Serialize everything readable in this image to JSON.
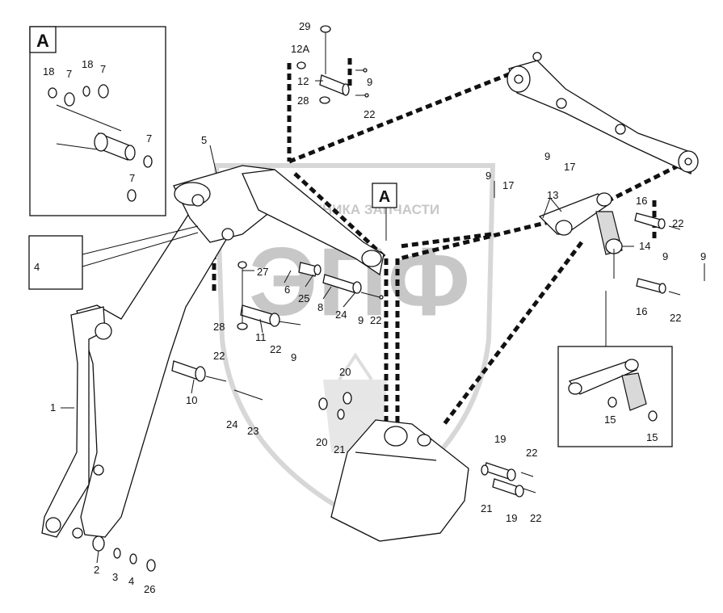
{
  "watermark": {
    "text": "ТЕХНИКА ЗАПЧАСТИ",
    "logo": "ЭПФ"
  },
  "detail": {
    "label": "A",
    "callout_label": "A"
  },
  "callouts": [
    {
      "id": "c29",
      "text": "29"
    },
    {
      "id": "c12a",
      "text": "12A"
    },
    {
      "id": "c12",
      "text": "12"
    },
    {
      "id": "c9a",
      "text": "9"
    },
    {
      "id": "c28a",
      "text": "28"
    },
    {
      "id": "c22a",
      "text": "22"
    },
    {
      "id": "c5",
      "text": "5"
    },
    {
      "id": "c9b",
      "text": "9"
    },
    {
      "id": "c17a",
      "text": "17"
    },
    {
      "id": "c9c",
      "text": "9"
    },
    {
      "id": "c17b",
      "text": "17"
    },
    {
      "id": "c13",
      "text": "13"
    },
    {
      "id": "c16a",
      "text": "16"
    },
    {
      "id": "c22b",
      "text": "22"
    },
    {
      "id": "c14",
      "text": "14"
    },
    {
      "id": "c9d",
      "text": "9"
    },
    {
      "id": "c9e",
      "text": "9"
    },
    {
      "id": "c16b",
      "text": "16"
    },
    {
      "id": "c22c",
      "text": "22"
    },
    {
      "id": "c4a",
      "text": "4"
    },
    {
      "id": "c27",
      "text": "27"
    },
    {
      "id": "c6",
      "text": "6"
    },
    {
      "id": "c25",
      "text": "25"
    },
    {
      "id": "c8",
      "text": "8"
    },
    {
      "id": "c24a",
      "text": "24"
    },
    {
      "id": "c9f",
      "text": "9"
    },
    {
      "id": "c22d",
      "text": "22"
    },
    {
      "id": "c28b",
      "text": "28"
    },
    {
      "id": "c11",
      "text": "11"
    },
    {
      "id": "c22e",
      "text": "22"
    },
    {
      "id": "c9g",
      "text": "9"
    },
    {
      "id": "c22f",
      "text": "22"
    },
    {
      "id": "c10",
      "text": "10"
    },
    {
      "id": "c24b",
      "text": "24"
    },
    {
      "id": "c23",
      "text": "23"
    },
    {
      "id": "c1",
      "text": "1"
    },
    {
      "id": "c20a",
      "text": "20"
    },
    {
      "id": "c20b",
      "text": "20"
    },
    {
      "id": "c21a",
      "text": "21"
    },
    {
      "id": "c19a",
      "text": "19"
    },
    {
      "id": "c22g",
      "text": "22"
    },
    {
      "id": "c21b",
      "text": "21"
    },
    {
      "id": "c19b",
      "text": "19"
    },
    {
      "id": "c22h",
      "text": "22"
    },
    {
      "id": "c15a",
      "text": "15"
    },
    {
      "id": "c15b",
      "text": "15"
    },
    {
      "id": "c2",
      "text": "2"
    },
    {
      "id": "c3",
      "text": "3"
    },
    {
      "id": "c4b",
      "text": "4"
    },
    {
      "id": "c26",
      "text": "26"
    },
    {
      "id": "d18a",
      "text": "18"
    },
    {
      "id": "d7a",
      "text": "7"
    },
    {
      "id": "d18b",
      "text": "18"
    },
    {
      "id": "d7b",
      "text": "7"
    },
    {
      "id": "d7c",
      "text": "7"
    },
    {
      "id": "d7d",
      "text": "7"
    }
  ]
}
